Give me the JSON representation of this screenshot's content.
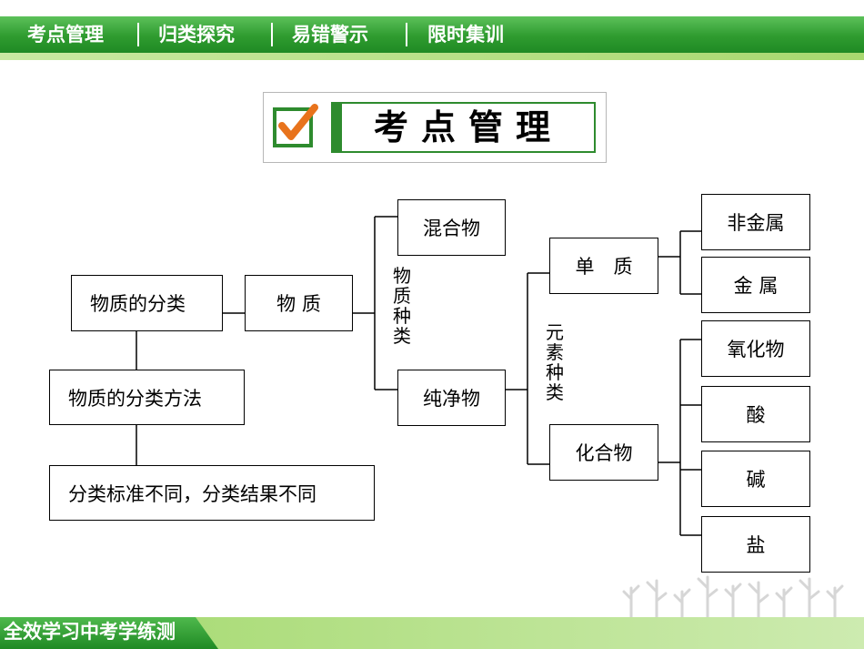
{
  "nav": {
    "items": [
      "考点管理",
      "归类探究",
      "易错警示",
      "限时集训"
    ]
  },
  "title": {
    "text": "考点管理"
  },
  "diagram": {
    "root": "物质的分类",
    "matter": "物 质",
    "method": "物质的分类方法",
    "method_detail": "分类标准不同，分类结果不同",
    "mixture": "混合物",
    "pure": "纯净物",
    "label_substance_kind": [
      "物",
      "质",
      "种",
      "类"
    ],
    "label_element_kind": [
      "元",
      "素",
      "种",
      "类"
    ],
    "element": "单　质",
    "compound": "化合物",
    "nonmetal": "非金属",
    "metal": "金 属",
    "oxide": "氧化物",
    "acid": "酸",
    "base": "碱",
    "salt": "盐"
  },
  "footer": {
    "text": "全效学习中考学练测"
  },
  "colors": {
    "bar_green": "#2f9b2f",
    "bar_light": "#a8d86f",
    "title_green": "#2e8b2e"
  }
}
